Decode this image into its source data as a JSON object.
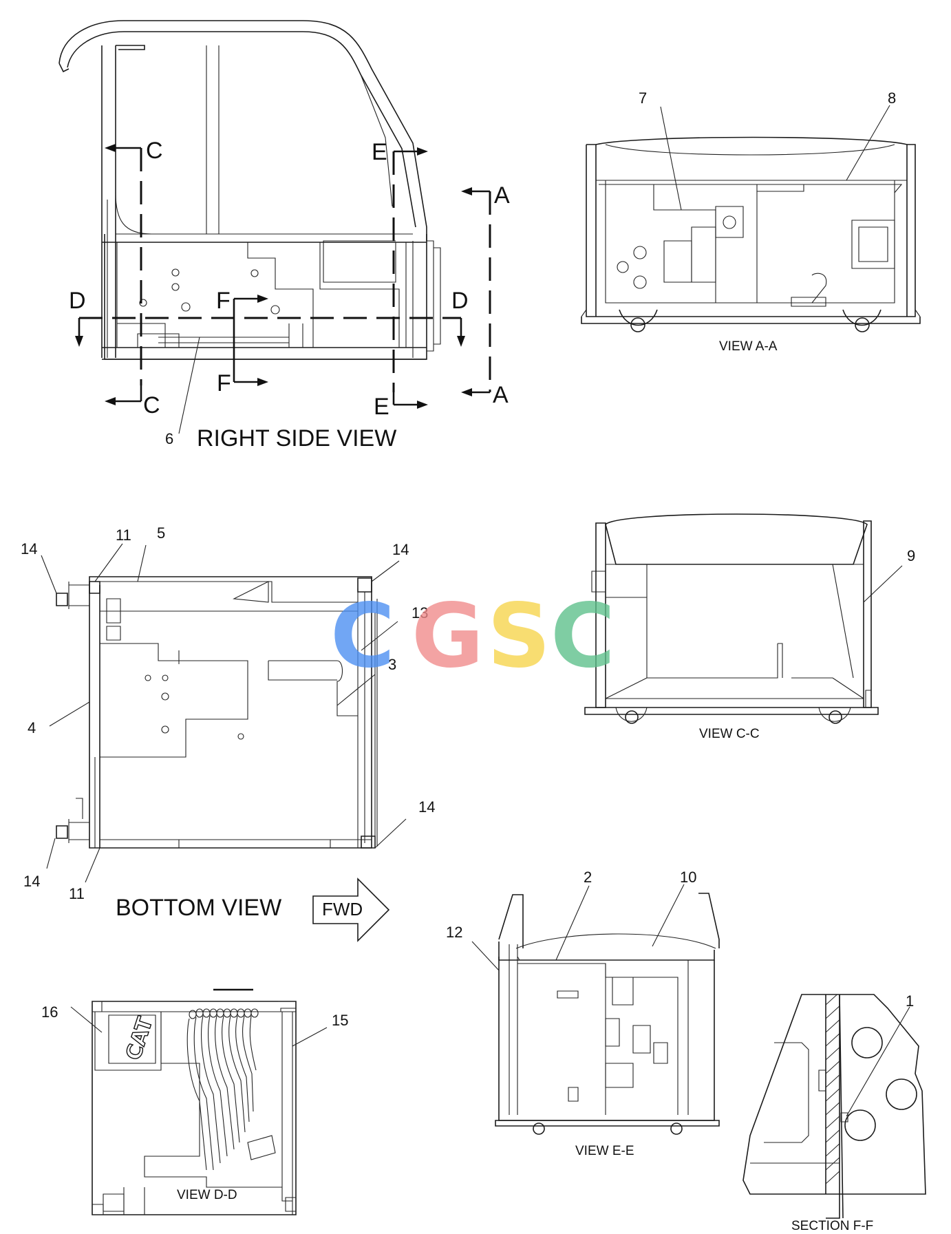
{
  "views": {
    "right_side": {
      "title": "RIGHT SIDE VIEW"
    },
    "view_a": {
      "title": "VIEW A-A"
    },
    "bottom": {
      "title": "BOTTOM VIEW",
      "fwd": "FWD"
    },
    "view_c": {
      "title": "VIEW C-C"
    },
    "view_e": {
      "title": "VIEW E-E"
    },
    "view_d": {
      "title": "VIEW D-D",
      "logo": "CAT"
    },
    "section_f": {
      "title": "SECTION F-F"
    }
  },
  "section_markers": {
    "c_top": "C",
    "c_bottom": "C",
    "e_top": "E",
    "e_bottom": "E",
    "a_top": "A",
    "a_bottom": "A",
    "d_left": "D",
    "d_right": "D",
    "f_top": "F",
    "f_bottom": "F"
  },
  "callouts": {
    "n1": "1",
    "n2": "2",
    "n3": "3",
    "n4": "4",
    "n5": "5",
    "n6": "6",
    "n7": "7",
    "n8": "8",
    "n9": "9",
    "n10": "10",
    "n11a": "11",
    "n11b": "11",
    "n12": "12",
    "n13": "13",
    "n14a": "14",
    "n14b": "14",
    "n14c": "14",
    "n14d": "14",
    "n15": "15",
    "n16": "16"
  },
  "watermark": {
    "letters": [
      "C",
      "G",
      "S",
      "C"
    ],
    "colors": [
      "#4a8ef2",
      "#f08a8a",
      "#f7d44a",
      "#5cbf8a"
    ]
  }
}
